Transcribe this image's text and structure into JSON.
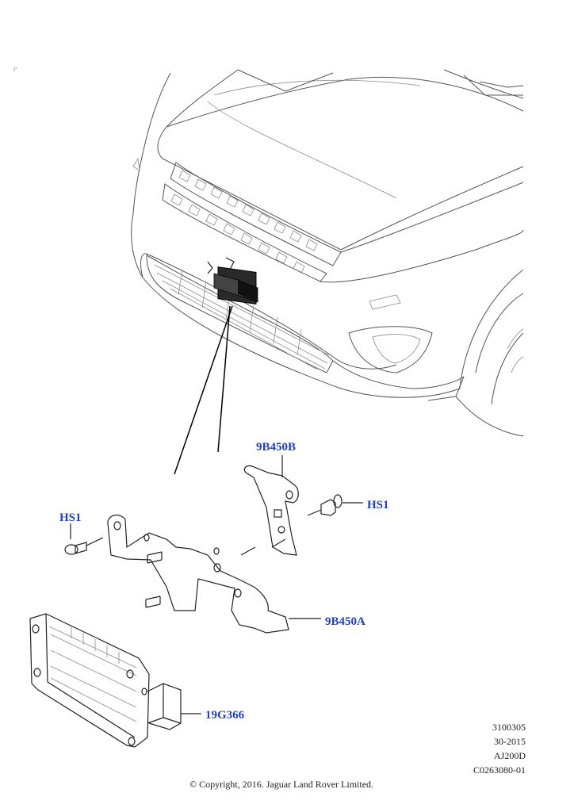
{
  "labels": {
    "bracket_b": "9B450B",
    "screw_right": "HS1",
    "screw_left": "HS1",
    "bracket_a": "9B450A",
    "module": "19G366"
  },
  "references": {
    "line1": "3100305",
    "line2": "30-2015",
    "line3": "AJ200D",
    "line4": "C0263080-01"
  },
  "copyright": "© Copyright, 2016. Jaguar Land Rover Limited.",
  "colors": {
    "label": "#1f3fbf",
    "line": "#555555",
    "leader": "#000000"
  }
}
